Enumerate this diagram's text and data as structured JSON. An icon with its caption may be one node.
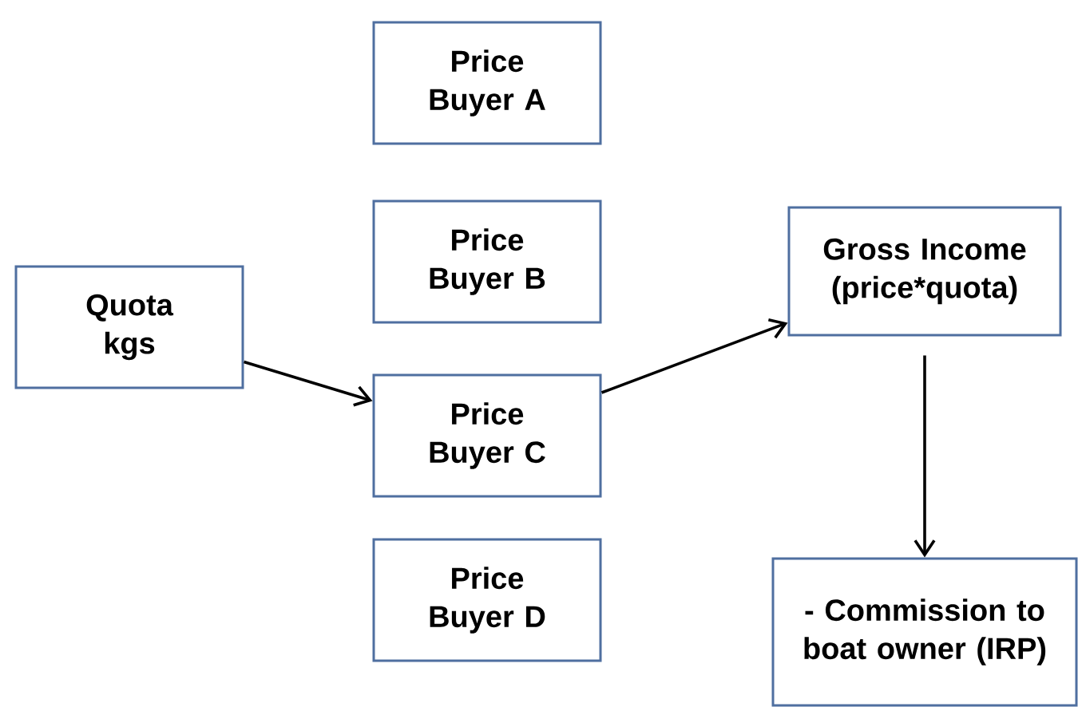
{
  "diagram": {
    "nodes": [
      {
        "text": [
          "Price Buyer A"
        ]
      },
      {
        "text": [
          "Price Buyer B"
        ]
      },
      {
        "text": [
          "Quota kgs"
        ]
      },
      {
        "text": [
          "Price Buyer C"
        ]
      },
      {
        "text": [
          "Gross Income (price*quota)"
        ]
      },
      {
        "text": [
          "Price Buyer D"
        ]
      },
      {
        "text": [
          "- Commission to boat owner (IRP)"
        ]
      }
    ],
    "edges": [
      {
        "from": 2,
        "to": 3,
        "arrow": "to"
      },
      {
        "from": 3,
        "to": 4,
        "arrow": "to"
      },
      {
        "from": 4,
        "to": 6,
        "arrow": "to"
      }
    ]
  }
}
